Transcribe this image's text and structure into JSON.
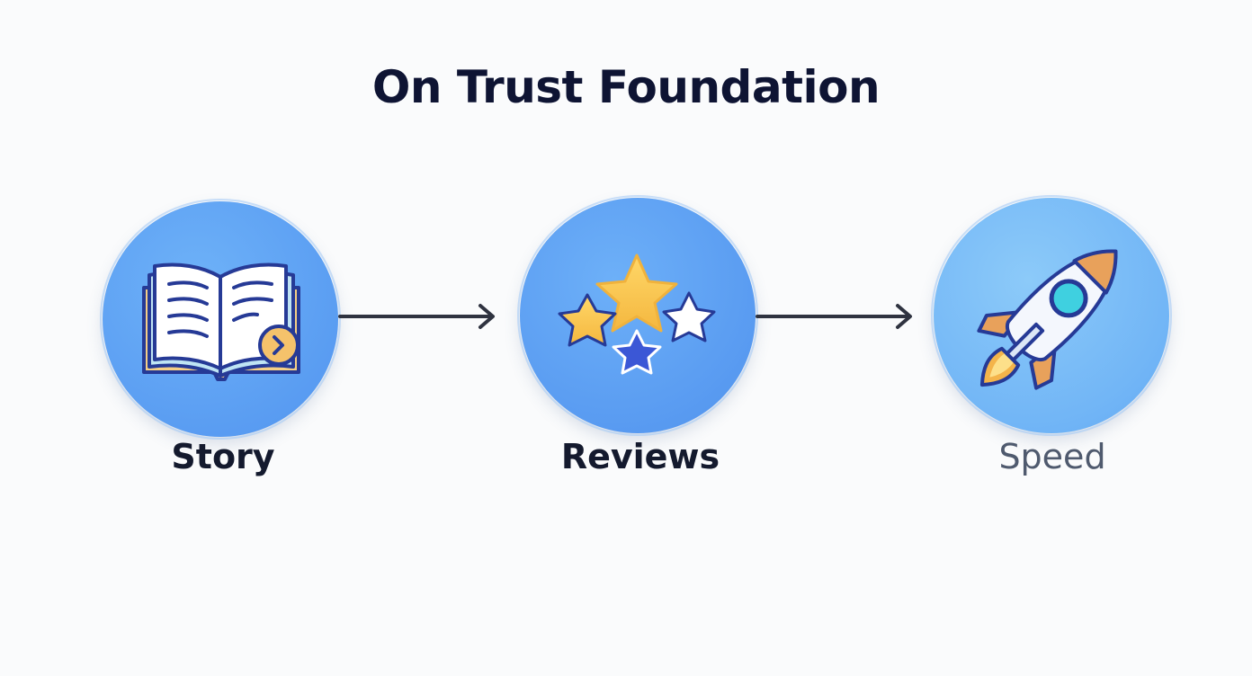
{
  "title": "On Trust Foundation",
  "steps": [
    {
      "label": "Story",
      "icon": "open-book-icon",
      "color": "#5a9df2"
    },
    {
      "label": "Reviews",
      "icon": "stars-icon",
      "color": "#599bf1"
    },
    {
      "label": "Speed",
      "icon": "rocket-icon",
      "color": "#71b5f6"
    }
  ],
  "colors": {
    "background": "#fafbfc",
    "title": "#0e1433",
    "arrow": "#2f3340"
  }
}
